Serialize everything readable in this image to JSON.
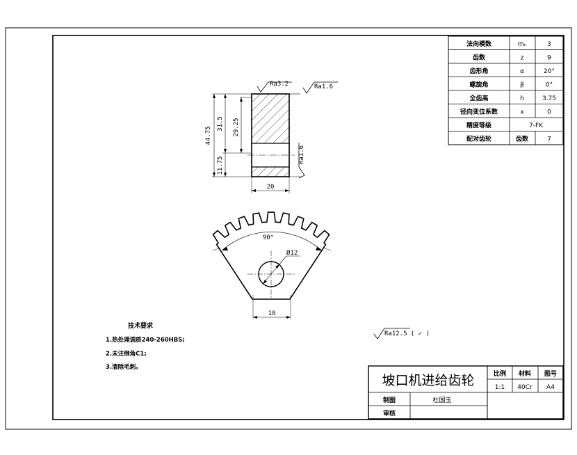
{
  "params_table": [
    {
      "label": "法向模数",
      "symbol": "mₙ",
      "value": "3"
    },
    {
      "label": "齿数",
      "symbol": "z",
      "value": "9"
    },
    {
      "label": "齿形角",
      "symbol": "α",
      "value": "20°"
    },
    {
      "label": "螺旋角",
      "symbol": "β",
      "value": "0°"
    },
    {
      "label": "全齿高",
      "symbol": "h",
      "value": "3.75"
    },
    {
      "label": "径向变位系数",
      "symbol": "x",
      "value": "0"
    },
    {
      "label": "精度等级",
      "merged": "7-FK"
    },
    {
      "label": "配对齿轮",
      "symbol": "齿数",
      "value": "7"
    }
  ],
  "section_view": {
    "roughness_top": "Ra3.2",
    "roughness_face": "Ra1.6",
    "roughness_side": "Ra1.6",
    "dim_total": "44.75",
    "dim_upper": "31.5",
    "dim_bore": "29.25",
    "dim_lower": "11.75",
    "dim_width": "20"
  },
  "front_view": {
    "angle": "90°",
    "hole_dia": "Ø12",
    "bottom_width": "18"
  },
  "tech_req": {
    "title": "技术要求",
    "items": [
      "1.热处理调质240-260HBS;",
      "2.未注倒角C1;",
      "3.清除毛刺。"
    ]
  },
  "general_roughness": "Ra12.5 ( ✓ )",
  "title_block": {
    "part_name": "坡口机进给齿轮",
    "scale_label": "比例",
    "material_label": "材料",
    "drawing_no_label": "图号",
    "scale": "1:1",
    "material": "40Cr",
    "drawing_no": "A4",
    "drawn_label": "制图",
    "drawn_by": "杜国玉",
    "checked_label": "审核",
    "checked_by": ""
  }
}
